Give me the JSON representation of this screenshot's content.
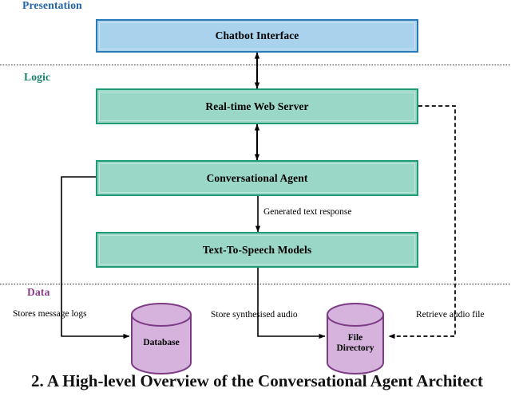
{
  "figure": {
    "caption": "2. A High-level Overview of the Conversational Agent Architect",
    "background": "#ffffff"
  },
  "tiers": [
    {
      "label": "Presentation",
      "color": "#1f62a8"
    },
    {
      "label": "Logic",
      "color": "#17826a"
    },
    {
      "label": "Data",
      "color": "#8a3a8a"
    }
  ],
  "nodes": [
    {
      "id": "chatbot-interface",
      "label": "Chatbot Interface",
      "fill": "#a9d2ec",
      "stroke": "#2a7ab8",
      "tier": "Presentation"
    },
    {
      "id": "realtime-web-server",
      "label": "Real-time Web Server",
      "fill": "#9bd7c6",
      "stroke": "#1f9a77",
      "tier": "Logic"
    },
    {
      "id": "conversational-agent",
      "label": "Conversational Agent",
      "fill": "#9bd7c6",
      "stroke": "#1f9a77",
      "tier": "Logic"
    },
    {
      "id": "text-to-speech-models",
      "label": "Text-To-Speech Models",
      "fill": "#9bd7c6",
      "stroke": "#1f9a77",
      "tier": "Logic"
    }
  ],
  "datastores": [
    {
      "id": "database",
      "label": "Database",
      "fill": "#d5b3dc",
      "stroke": "#7d3b86",
      "tier": "Data"
    },
    {
      "id": "file-directory",
      "label": "File\nDirectory",
      "fill": "#d5b3dc",
      "stroke": "#7d3b86",
      "tier": "Data"
    }
  ],
  "connections": [
    {
      "id": "interface-to-server",
      "label": "",
      "style": "solid",
      "arrows": "both",
      "from": "chatbot-interface",
      "to": "realtime-web-server"
    },
    {
      "id": "server-to-agent",
      "label": "",
      "style": "solid",
      "arrows": "both",
      "from": "realtime-web-server",
      "to": "conversational-agent"
    },
    {
      "id": "agent-to-tts",
      "label": "Generated text response",
      "style": "solid",
      "arrows": "end",
      "from": "conversational-agent",
      "to": "text-to-speech-models"
    },
    {
      "id": "agent-to-database",
      "label": "Stores message logs",
      "style": "solid",
      "arrows": "end",
      "from": "conversational-agent",
      "to": "database"
    },
    {
      "id": "tts-to-file-directory",
      "label": "Store synthesised audio",
      "style": "solid",
      "arrows": "end",
      "from": "text-to-speech-models",
      "to": "file-directory"
    },
    {
      "id": "file-directory-to-server",
      "label": "Retrieve audio file",
      "style": "dashed",
      "arrows": "end",
      "from": "realtime-web-server",
      "to": "file-directory"
    }
  ],
  "dividers": [
    {
      "id": "presentation-logic-divider",
      "style": "dotted"
    },
    {
      "id": "logic-data-divider",
      "style": "dotted"
    }
  ]
}
